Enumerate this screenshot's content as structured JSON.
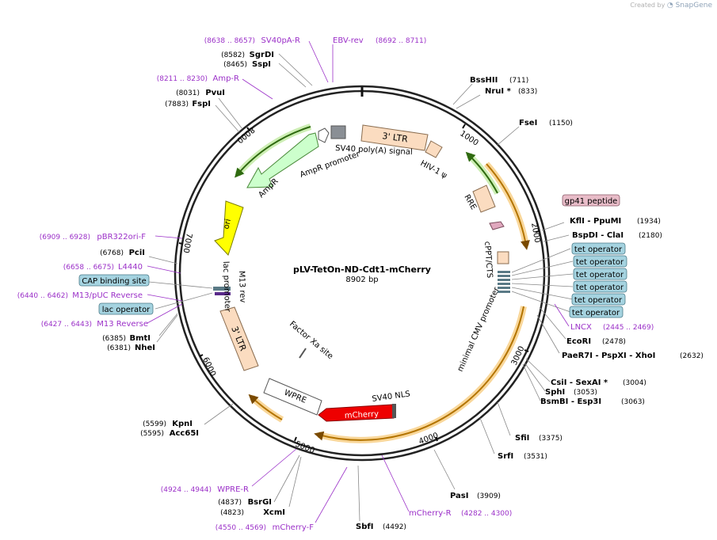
{
  "credit": {
    "prefix": "Created by",
    "brand": "SnapGene"
  },
  "title": "pLV-TetOn-ND-Cdt1-mCherry",
  "length_label": "8902 bp",
  "total_bp": 8902,
  "colors": {
    "enzyme_text": "#000000",
    "primer_text": "#9b30c8",
    "feature_orange": "#f5a623",
    "feature_green": "#7ccd3f",
    "feature_yellow": "#ffff00",
    "feature_red": "#ee0000",
    "ltr_fill": "#fbdcc0",
    "lac_fill": "#a5d3e0",
    "gp41_fill": "#e8bcc8"
  },
  "ticks": [
    {
      "bp": 1000,
      "label": "1000"
    },
    {
      "bp": 2000,
      "label": "2000"
    },
    {
      "bp": 3000,
      "label": "3000"
    },
    {
      "bp": 4000,
      "label": "4000"
    },
    {
      "bp": 5000,
      "label": "5000"
    },
    {
      "bp": 6000,
      "label": "6000"
    },
    {
      "bp": 7000,
      "label": "7000"
    },
    {
      "bp": 8000,
      "label": "8000"
    }
  ],
  "map_features": [
    {
      "name": "3' LTR",
      "text": "3' LTR",
      "type": "box"
    },
    {
      "name": "SV40 poly(A) signal",
      "text": "SV40 poly(A) signal",
      "type": "label"
    },
    {
      "name": "HIV-1 psi",
      "text": "HIV-1 ψ",
      "type": "label"
    },
    {
      "name": "RRE",
      "text": "RRE",
      "type": "label"
    },
    {
      "name": "cPPT/CTS",
      "text": "cPPT/CTS",
      "type": "label"
    },
    {
      "name": "minimal CMV promoter",
      "text": "minimal CMV promoter",
      "type": "label"
    },
    {
      "name": "SV40 NLS",
      "text": "SV40 NLS",
      "type": "label"
    },
    {
      "name": "mCherry",
      "text": "mCherry",
      "type": "arrow"
    },
    {
      "name": "WPRE",
      "text": "WPRE",
      "type": "box"
    },
    {
      "name": "Factor Xa site",
      "text": "Factor Xa site",
      "type": "label"
    },
    {
      "name": "3' LTR (2)",
      "text": "3' LTR",
      "type": "box"
    },
    {
      "name": "lac promoter",
      "text": "lac promoter",
      "type": "label"
    },
    {
      "name": "M13 rev",
      "text": "M13 rev",
      "type": "label"
    },
    {
      "name": "ori",
      "text": "ori",
      "type": "arrow"
    },
    {
      "name": "AmpR",
      "text": "AmpR",
      "type": "arrow"
    },
    {
      "name": "AmpR promoter",
      "text": "AmpR promoter",
      "type": "label"
    }
  ],
  "enzymes": [
    {
      "name": "BssHII",
      "pos": "(711)",
      "side": "right"
    },
    {
      "name": "NruI *",
      "pos": "(833)",
      "side": "right"
    },
    {
      "name": "FseI",
      "pos": "(1150)",
      "side": "right"
    },
    {
      "name": "KflI  - PpuMI",
      "pos": "(1934)",
      "side": "right"
    },
    {
      "name": "BspDI  - ClaI",
      "pos": "(2180)",
      "side": "right"
    },
    {
      "name": "EcoRI",
      "pos": "(2478)",
      "side": "right"
    },
    {
      "name": "PaeR7I  - PspXI  - XhoI",
      "pos": "(2632)",
      "side": "right"
    },
    {
      "name": "CsiI  - SexAI *",
      "pos": "(3004)",
      "side": "right"
    },
    {
      "name": "SphI",
      "pos": "(3053)",
      "side": "right"
    },
    {
      "name": "BsmBI  - Esp3I",
      "pos": "(3063)",
      "side": "right"
    },
    {
      "name": "SfiI",
      "pos": "(3375)",
      "side": "right"
    },
    {
      "name": "SrfI",
      "pos": "(3531)",
      "side": "right"
    },
    {
      "name": "PasI",
      "pos": "(3909)",
      "side": "right"
    },
    {
      "name": "SbfI",
      "pos": "(4492)",
      "side": "right"
    },
    {
      "name": "XcmI",
      "pos": "(4823)",
      "side": "left"
    },
    {
      "name": "BsrGI",
      "pos": "(4837)",
      "side": "left"
    },
    {
      "name": "Acc65I",
      "pos": "(5595)",
      "side": "left"
    },
    {
      "name": "KpnI",
      "pos": "(5599)",
      "side": "left"
    },
    {
      "name": "NheI",
      "pos": "(6381)",
      "side": "left"
    },
    {
      "name": "BmtI",
      "pos": "(6385)",
      "side": "left"
    },
    {
      "name": "PciI",
      "pos": "(6768)",
      "side": "left"
    },
    {
      "name": "FspI",
      "pos": "(7883)",
      "side": "left"
    },
    {
      "name": "PvuI",
      "pos": "(8031)",
      "side": "left"
    },
    {
      "name": "SspI",
      "pos": "(8465)",
      "side": "left"
    },
    {
      "name": "SgrDI",
      "pos": "(8582)",
      "side": "left"
    }
  ],
  "primers": [
    {
      "name": "SV40pA-R",
      "range": "(8638 .. 8657)",
      "side": "left"
    },
    {
      "name": "EBV-rev",
      "range": "(8692 .. 8711)",
      "side": "right"
    },
    {
      "name": "Amp-R",
      "range": "(8211 .. 8230)",
      "side": "left"
    },
    {
      "name": "pBR322ori-F",
      "range": "(6909 .. 6928)",
      "side": "left"
    },
    {
      "name": "L4440",
      "range": "(6658 .. 6675)",
      "side": "left"
    },
    {
      "name": "M13/pUC Reverse",
      "range": "(6440 .. 6462)",
      "side": "left"
    },
    {
      "name": "M13 Reverse",
      "range": "(6427 .. 6443)",
      "side": "left"
    },
    {
      "name": "LNCX",
      "range": "(2445 .. 2469)",
      "side": "right"
    },
    {
      "name": "mCherry-R",
      "range": "(4282 .. 4300)",
      "side": "right"
    },
    {
      "name": "WPRE-R",
      "range": "(4924 .. 4944)",
      "side": "left"
    },
    {
      "name": "mCherry-F",
      "range": "(4550 .. 4569)",
      "side": "left"
    }
  ],
  "boxed_labels": [
    {
      "name": "gp41 peptide",
      "text": "gp41 peptide",
      "style": "pink"
    },
    {
      "name": "tet operator 1",
      "text": "tet operator",
      "style": "blue"
    },
    {
      "name": "tet operator 2",
      "text": "tet operator",
      "style": "blue"
    },
    {
      "name": "tet operator 3",
      "text": "tet operator",
      "style": "blue"
    },
    {
      "name": "tet operator 4",
      "text": "tet operator",
      "style": "blue"
    },
    {
      "name": "tet operator 5",
      "text": "tet operator",
      "style": "blue"
    },
    {
      "name": "tet operator 6",
      "text": "tet operator",
      "style": "blue"
    },
    {
      "name": "CAP binding site",
      "text": "CAP binding site",
      "style": "blue"
    },
    {
      "name": "lac operator",
      "text": "lac operator",
      "style": "blue"
    }
  ]
}
